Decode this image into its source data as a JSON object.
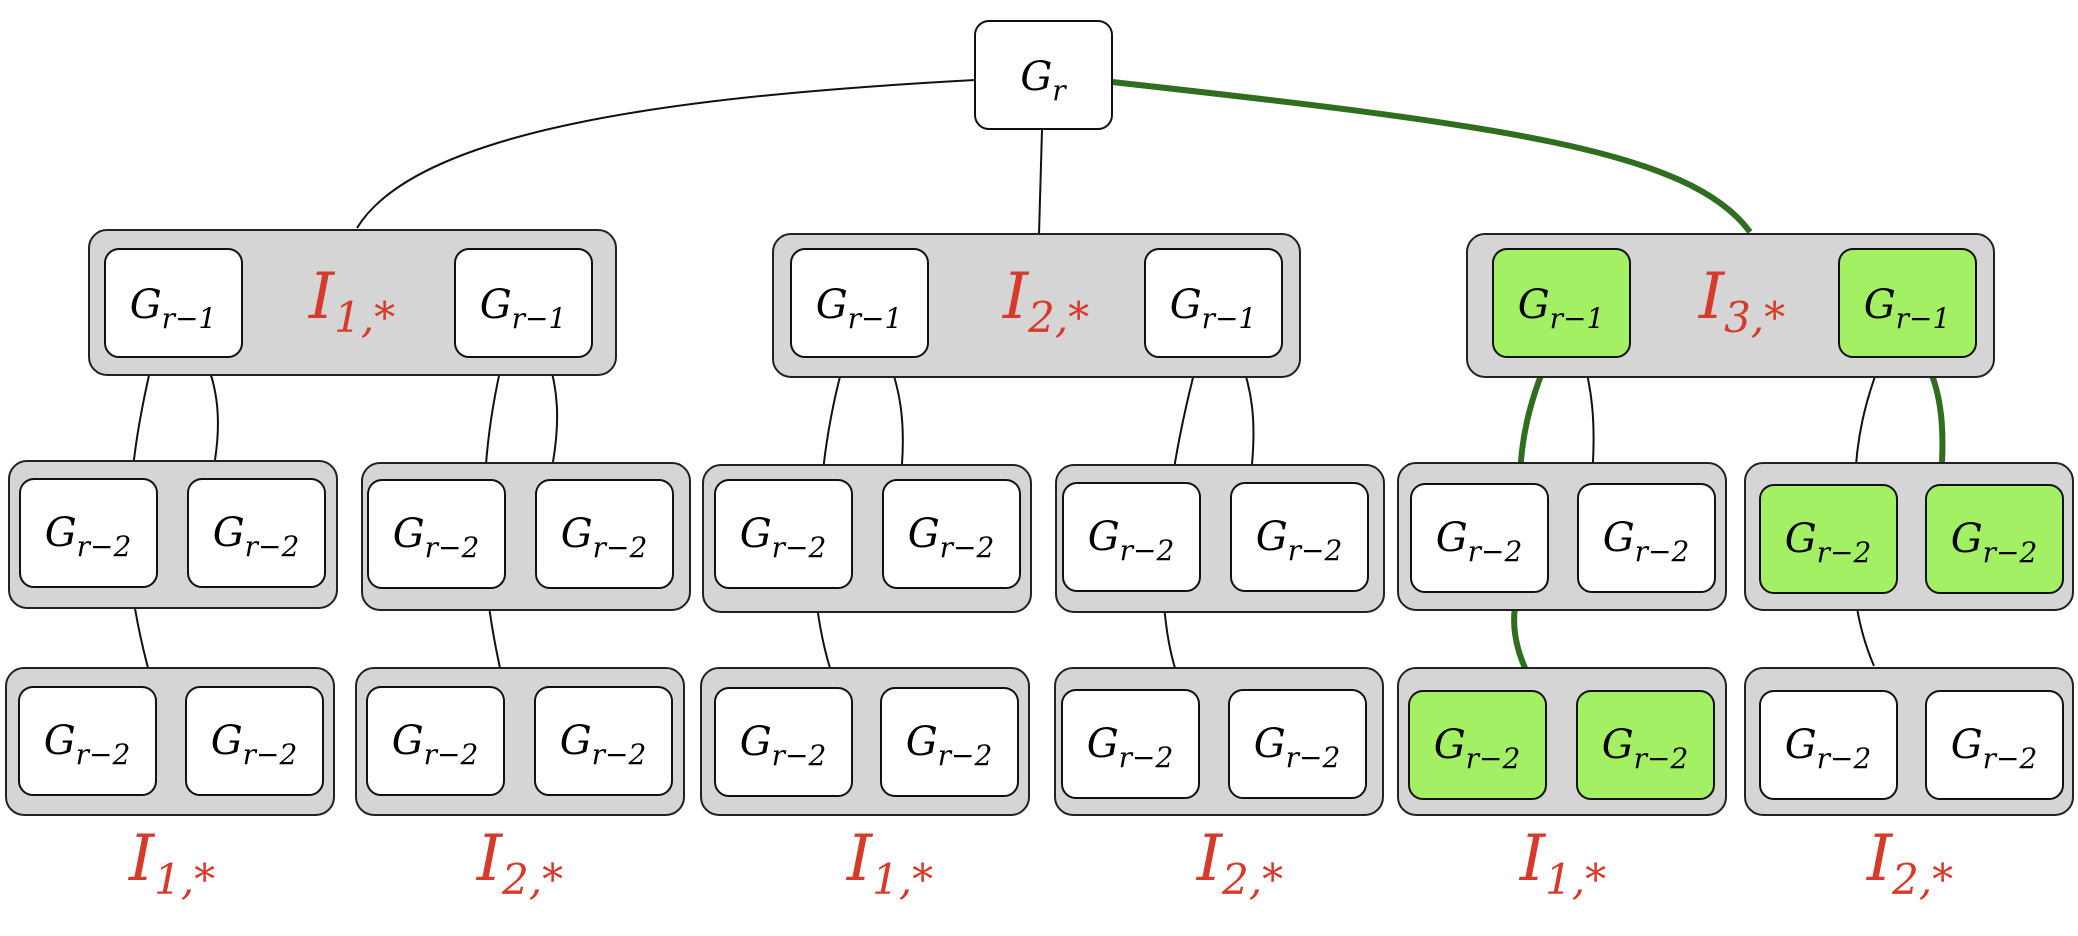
{
  "colors": {
    "group_fill": "#d5d5d5",
    "node_fill": "#ffffff",
    "highlight_fill": "#a3f065",
    "highlight_edge": "#2f6e1e",
    "set_label": "#d63a2a"
  },
  "root": {
    "base": "G",
    "sub": "r"
  },
  "level1_groups": [
    {
      "left": {
        "base": "G",
        "sub": "r−1",
        "hl": false
      },
      "label": {
        "base": "I",
        "sub": "1,*"
      },
      "right": {
        "base": "G",
        "sub": "r−1",
        "hl": false
      }
    },
    {
      "left": {
        "base": "G",
        "sub": "r−1",
        "hl": false
      },
      "label": {
        "base": "I",
        "sub": "2,*"
      },
      "right": {
        "base": "G",
        "sub": "r−1",
        "hl": false
      }
    },
    {
      "left": {
        "base": "G",
        "sub": "r−1",
        "hl": true
      },
      "label": {
        "base": "I",
        "sub": "3,*"
      },
      "right": {
        "base": "G",
        "sub": "r−1",
        "hl": true
      }
    }
  ],
  "level2_groups": [
    {
      "nodes": [
        {
          "base": "G",
          "sub": "r−2",
          "hl": false
        },
        {
          "base": "G",
          "sub": "r−2",
          "hl": false
        }
      ]
    },
    {
      "nodes": [
        {
          "base": "G",
          "sub": "r−2",
          "hl": false
        },
        {
          "base": "G",
          "sub": "r−2",
          "hl": false
        }
      ]
    },
    {
      "nodes": [
        {
          "base": "G",
          "sub": "r−2",
          "hl": false
        },
        {
          "base": "G",
          "sub": "r−2",
          "hl": false
        }
      ]
    },
    {
      "nodes": [
        {
          "base": "G",
          "sub": "r−2",
          "hl": false
        },
        {
          "base": "G",
          "sub": "r−2",
          "hl": false
        }
      ]
    },
    {
      "nodes": [
        {
          "base": "G",
          "sub": "r−2",
          "hl": false
        },
        {
          "base": "G",
          "sub": "r−2",
          "hl": false
        }
      ]
    },
    {
      "nodes": [
        {
          "base": "G",
          "sub": "r−2",
          "hl": true
        },
        {
          "base": "G",
          "sub": "r−2",
          "hl": true
        }
      ]
    }
  ],
  "level3_groups": [
    {
      "nodes": [
        {
          "base": "G",
          "sub": "r−2",
          "hl": false
        },
        {
          "base": "G",
          "sub": "r−2",
          "hl": false
        }
      ],
      "label": {
        "base": "I",
        "sub": "1,*"
      }
    },
    {
      "nodes": [
        {
          "base": "G",
          "sub": "r−2",
          "hl": false
        },
        {
          "base": "G",
          "sub": "r−2",
          "hl": false
        }
      ],
      "label": {
        "base": "I",
        "sub": "2,*"
      }
    },
    {
      "nodes": [
        {
          "base": "G",
          "sub": "r−2",
          "hl": false
        },
        {
          "base": "G",
          "sub": "r−2",
          "hl": false
        }
      ],
      "label": {
        "base": "I",
        "sub": "1,*"
      }
    },
    {
      "nodes": [
        {
          "base": "G",
          "sub": "r−2",
          "hl": false
        },
        {
          "base": "G",
          "sub": "r−2",
          "hl": false
        }
      ],
      "label": {
        "base": "I",
        "sub": "2,*"
      }
    },
    {
      "nodes": [
        {
          "base": "G",
          "sub": "r−2",
          "hl": true
        },
        {
          "base": "G",
          "sub": "r−2",
          "hl": true
        }
      ],
      "label": {
        "base": "I",
        "sub": "1,*"
      }
    },
    {
      "nodes": [
        {
          "base": "G",
          "sub": "r−2",
          "hl": false
        },
        {
          "base": "G",
          "sub": "r−2",
          "hl": false
        }
      ],
      "label": {
        "base": "I",
        "sub": "2,*"
      }
    }
  ]
}
